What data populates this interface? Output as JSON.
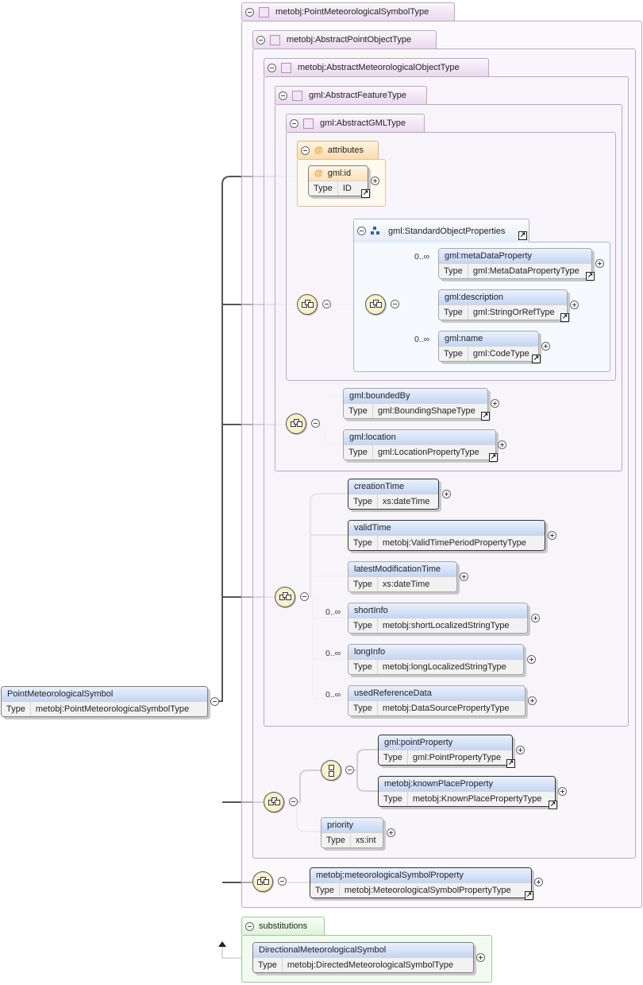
{
  "frames": {
    "point_symbol_type": "metobj:PointMeteorologicalSymbolType",
    "abstract_point_object_type": "metobj:AbstractPointObjectType",
    "abstract_meteorological_object_type": "metobj:AbstractMeteorologicalObjectType",
    "abstract_feature_type": "gml:AbstractFeatureType",
    "abstract_gml_type": "gml:AbstractGMLType",
    "attributes": "attributes",
    "standard_object_properties": "gml:StandardObjectProperties",
    "substitutions": "substitutions"
  },
  "type_key": "Type",
  "elements": {
    "gml_id": {
      "name": "gml:id",
      "type": "ID"
    },
    "meta_data_property": {
      "name": "gml:metaDataProperty",
      "type": "gml:MetaDataPropertyType",
      "occurs": "0..∞"
    },
    "description": {
      "name": "gml:description",
      "type": "gml:StringOrRefType"
    },
    "name": {
      "name": "gml:name",
      "type": "gml:CodeType",
      "occurs": "0..∞"
    },
    "bounded_by": {
      "name": "gml:boundedBy",
      "type": "gml:BoundingShapeType"
    },
    "location": {
      "name": "gml:location",
      "type": "gml:LocationPropertyType"
    },
    "creation_time": {
      "name": "creationTime",
      "type": "xs:dateTime"
    },
    "valid_time": {
      "name": "validTime",
      "type": "metobj:ValidTimePeriodPropertyType"
    },
    "latest_modification_time": {
      "name": "latestModificationTime",
      "type": "xs:dateTime"
    },
    "short_info": {
      "name": "shortInfo",
      "type": "metobj:shortLocalizedStringType",
      "occurs": "0..∞"
    },
    "long_info": {
      "name": "longInfo",
      "type": "metobj:longLocalizedStringType",
      "occurs": "0..∞"
    },
    "used_reference_data": {
      "name": "usedReferenceData",
      "type": "metobj:DataSourcePropertyType",
      "occurs": "0..∞"
    },
    "point_property": {
      "name": "gml:pointProperty",
      "type": "gml:PointPropertyType"
    },
    "known_place_property": {
      "name": "metobj:knownPlaceProperty",
      "type": "metobj:KnownPlacePropertyType"
    },
    "priority": {
      "name": "priority",
      "type": "xs:int"
    },
    "meteorological_symbol_property": {
      "name": "metobj:meteorologicalSymbolProperty",
      "type": "metobj:MeteorologicalSymbolPropertyType"
    },
    "root": {
      "name": "PointMeteorologicalSymbol",
      "type": "metobj:PointMeteorologicalSymbolType"
    },
    "directional_symbol": {
      "name": "DirectionalMeteorologicalSymbol",
      "type": "metobj:DirectedMeteorologicalSymbolType"
    }
  },
  "colors": {
    "element_header": "#c4d6f3",
    "attribute_header": "#fbe2b6",
    "frame_border": "#b9a9bf",
    "substitution_border": "#9cc79c"
  }
}
